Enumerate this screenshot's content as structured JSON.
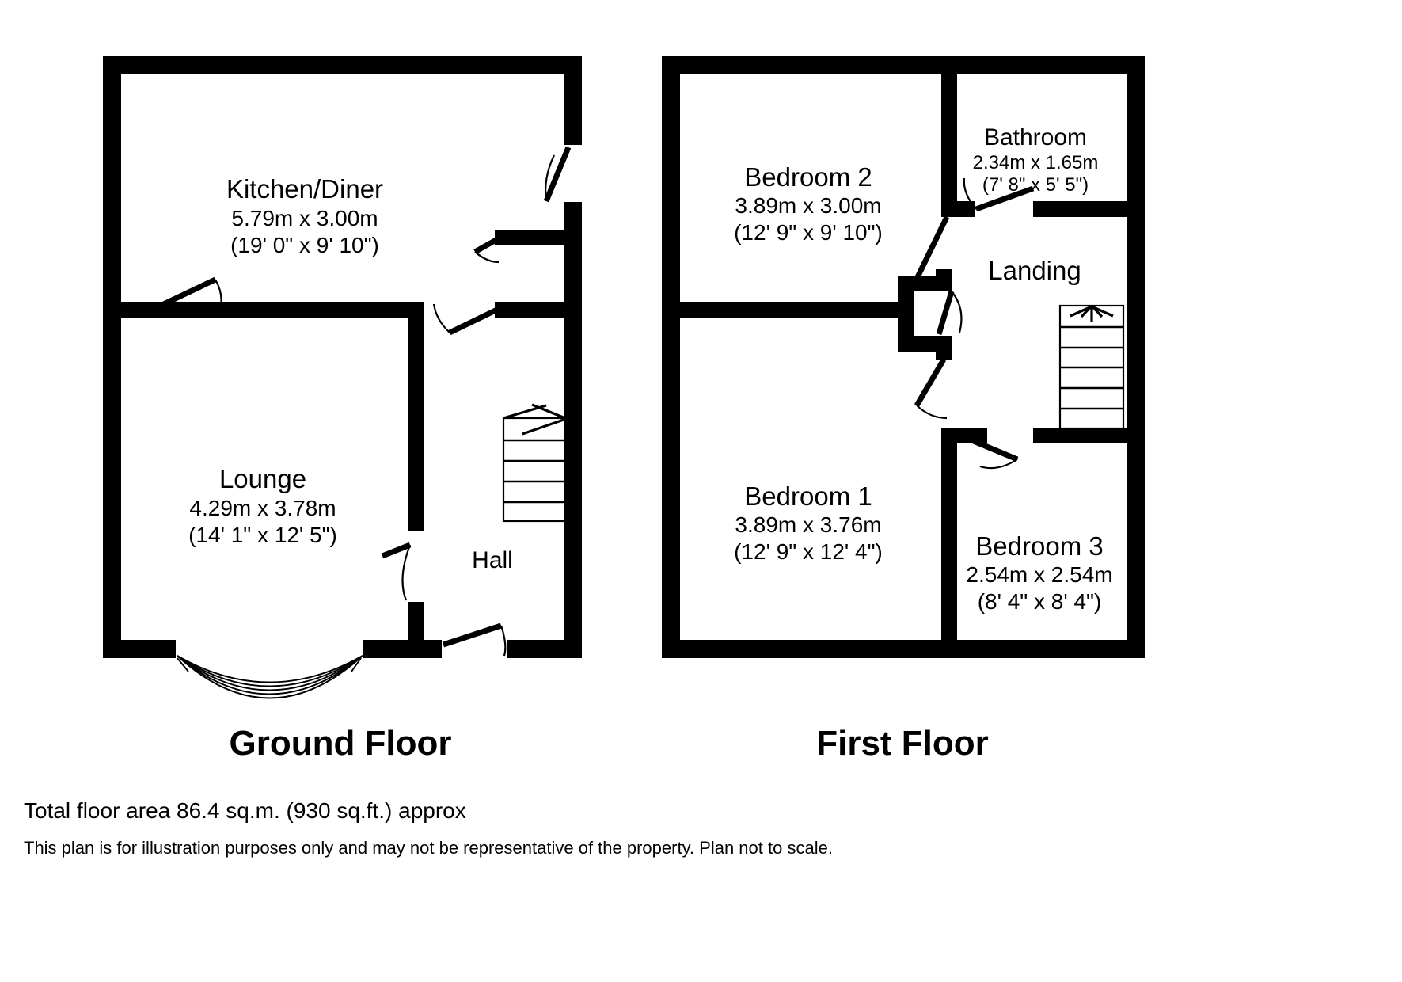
{
  "document": {
    "type": "property-floorplan",
    "total_area_note": "Total floor area 86.4 sq.m. (930 sq.ft.) approx",
    "disclaimer": "This plan is for illustration purposes only and may not be representative of the property. Plan not to scale.",
    "ink_color": "#000000",
    "background_color": "#ffffff"
  },
  "floors": [
    {
      "id": "ground",
      "title": "Ground Floor",
      "rooms": [
        {
          "name": "Kitchen/Diner",
          "metric": "5.79m x 3.00m",
          "imperial": "(19' 0\" x 9' 10\")"
        },
        {
          "name": "Lounge",
          "metric": "4.29m x 3.78m",
          "imperial": "(14' 1\" x 12' 5\")"
        },
        {
          "name": "Hall",
          "metric": "",
          "imperial": ""
        }
      ]
    },
    {
      "id": "first",
      "title": "First Floor",
      "rooms": [
        {
          "name": "Bedroom 2",
          "metric": "3.89m x 3.00m",
          "imperial": "(12' 9\" x 9' 10\")"
        },
        {
          "name": "Bathroom",
          "metric": "2.34m x 1.65m",
          "imperial": "(7' 8\" x 5' 5\")"
        },
        {
          "name": "Landing",
          "metric": "",
          "imperial": ""
        },
        {
          "name": "Bedroom 1",
          "metric": "3.89m x 3.76m",
          "imperial": "(12' 9\" x 12' 4\")"
        },
        {
          "name": "Bedroom 3",
          "metric": "2.54m x 2.54m",
          "imperial": "(8' 4\" x 8' 4\")"
        }
      ]
    }
  ]
}
